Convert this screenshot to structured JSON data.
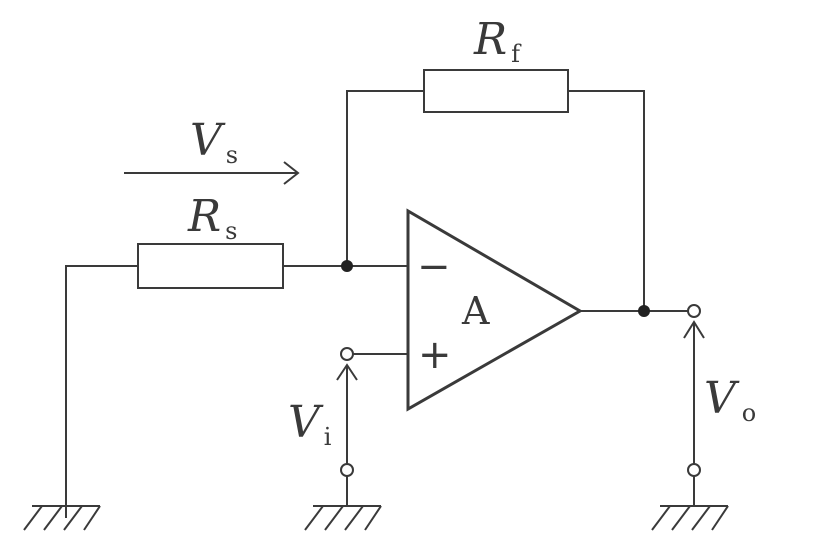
{
  "labels": {
    "Rf_main": "R",
    "Rf_sub": "f",
    "Rs_main": "R",
    "Rs_sub": "s",
    "Vs_main": "V",
    "Vs_sub": "s",
    "Vi_main": "V",
    "Vi_sub": "i",
    "Vo_main": "V",
    "Vo_sub": "o",
    "amp": "A",
    "minus": "−",
    "plus": "+"
  }
}
